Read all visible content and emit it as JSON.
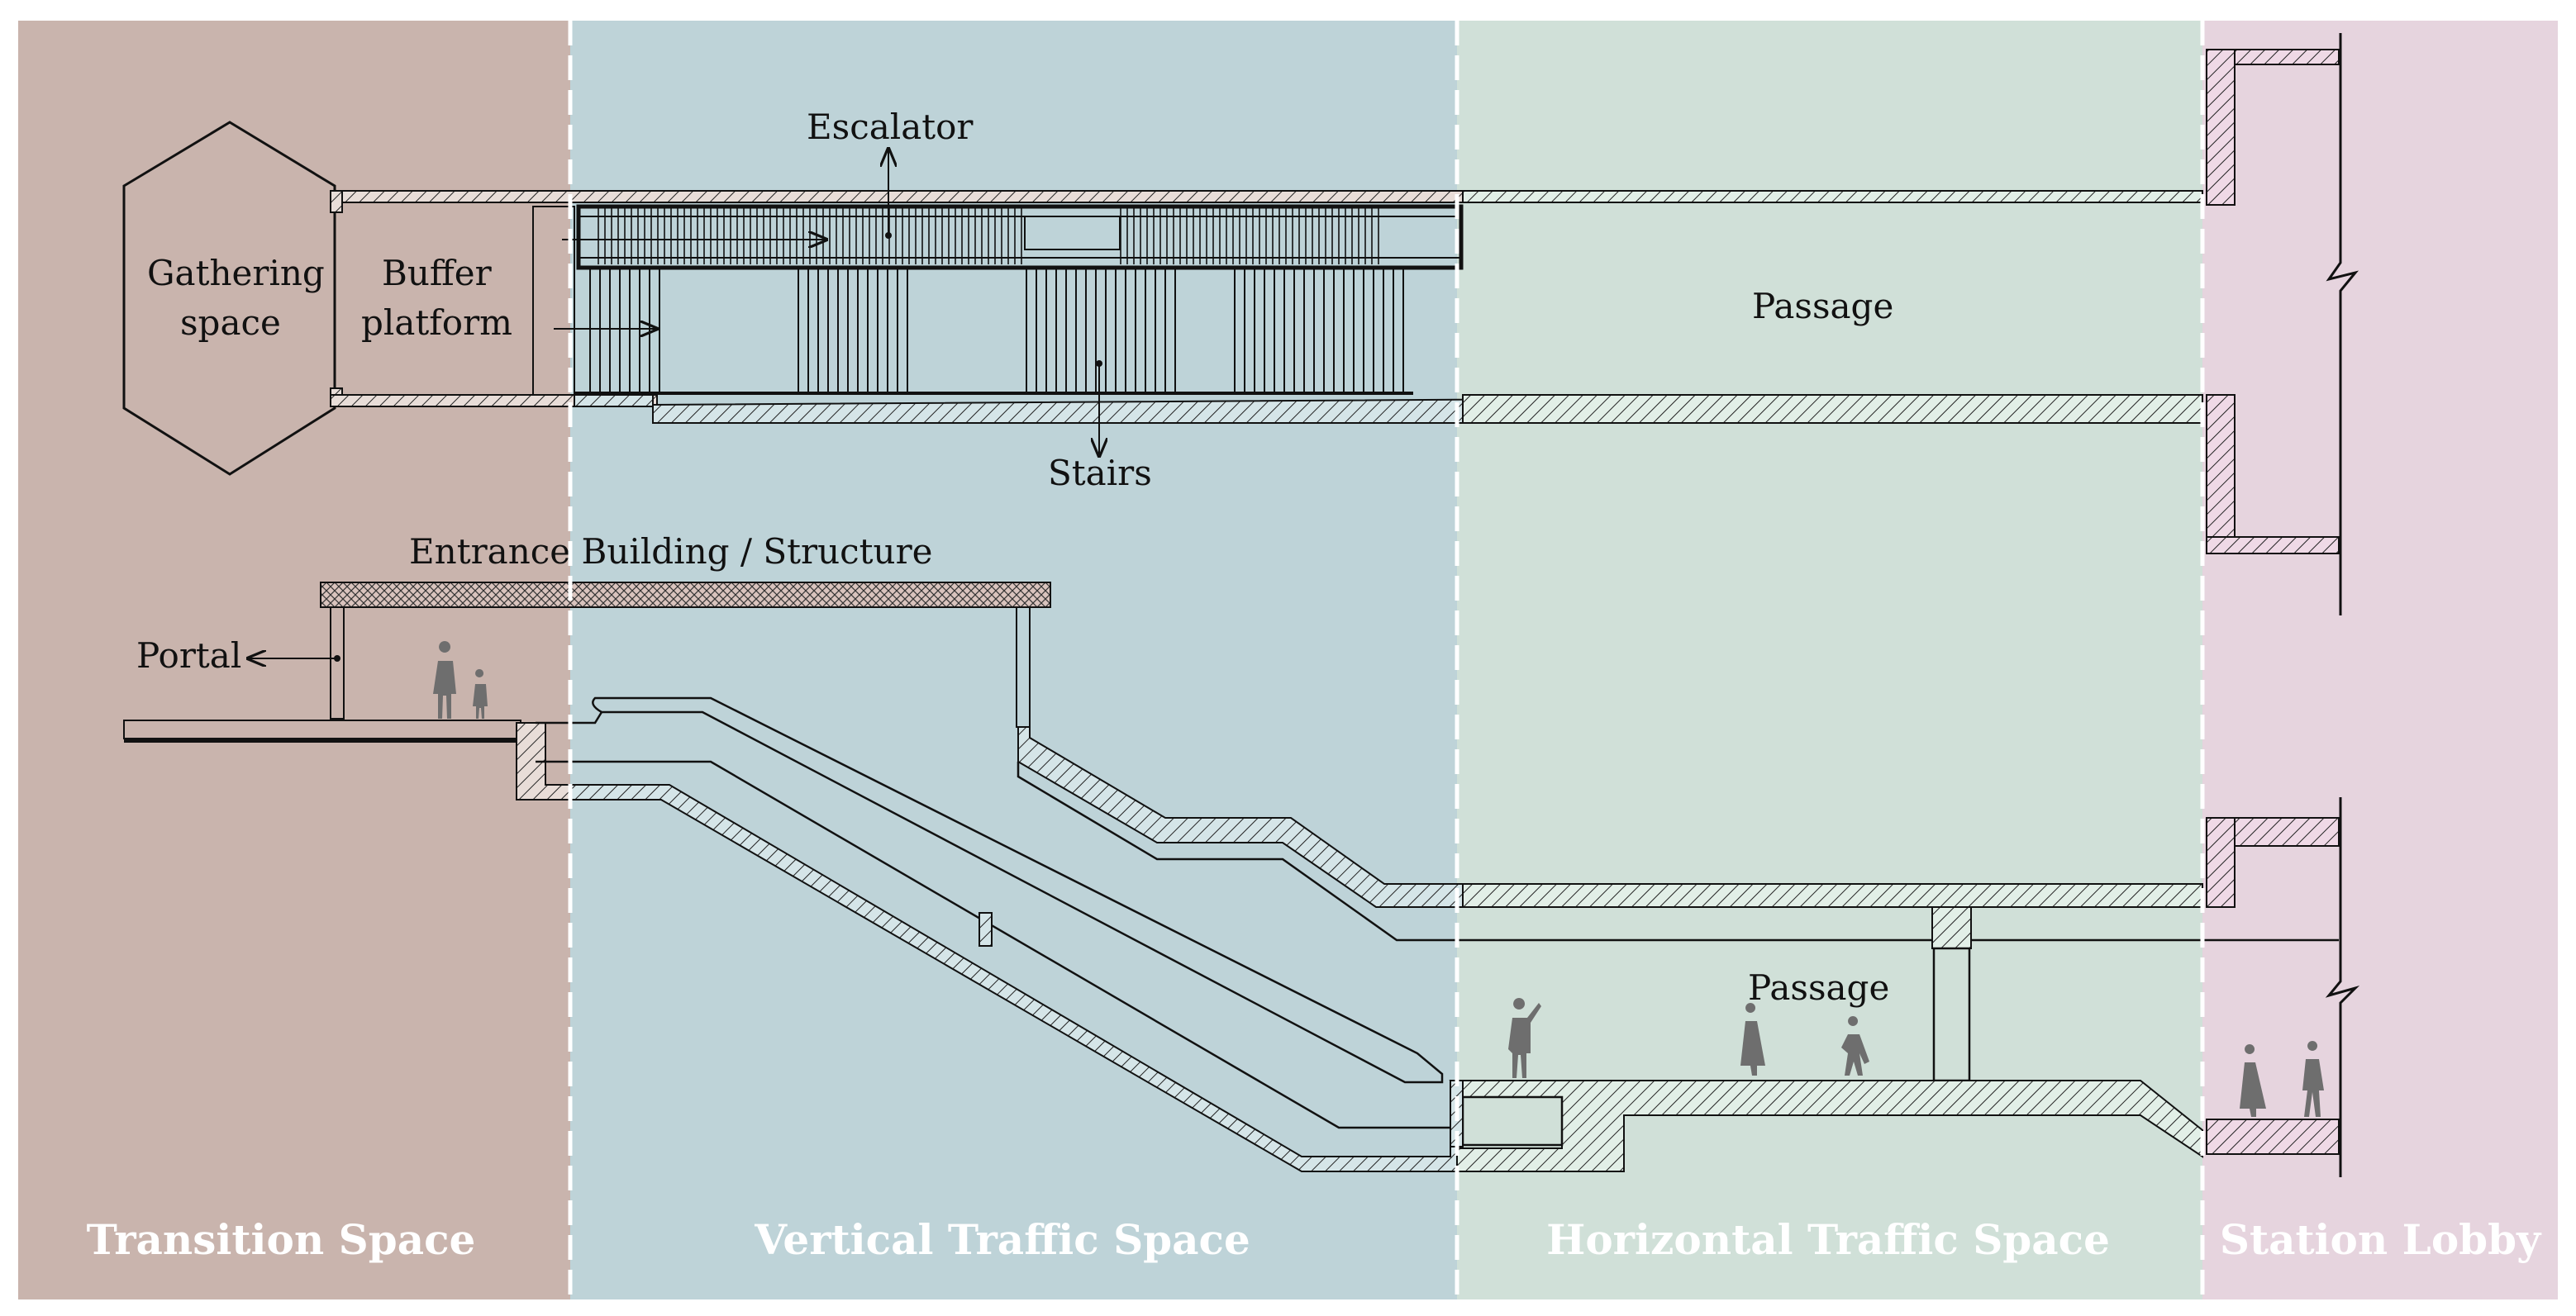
{
  "zones": [
    {
      "label": "Transition Space",
      "color": "#c9b4ad"
    },
    {
      "label": "Vertical Traffic Space",
      "color": "#bed3d8"
    },
    {
      "label": "Horizontal Traffic Space",
      "color": "#d0e0d8"
    },
    {
      "label": "Station Lobby",
      "color": "#e6d4de"
    }
  ],
  "plan_labels": {
    "gathering_1": "Gathering",
    "gathering_2": "space",
    "buffer_1": "Buffer",
    "buffer_2": "platform",
    "escalator": "Escalator",
    "stairs": "Stairs",
    "passage": "Passage"
  },
  "section_labels": {
    "entrance": "Entrance Building / Structure",
    "portal": "Portal",
    "passage": "Passage"
  },
  "colors": {
    "divider": "#ffffff",
    "line": "#111111",
    "hatch_fill_transition": "#dcc4c0",
    "hatch_fill_vertical": "#cfe0e4",
    "hatch_fill_horizontal": "#e2efe7",
    "hatch_fill_lobby": "#efd9e6"
  }
}
